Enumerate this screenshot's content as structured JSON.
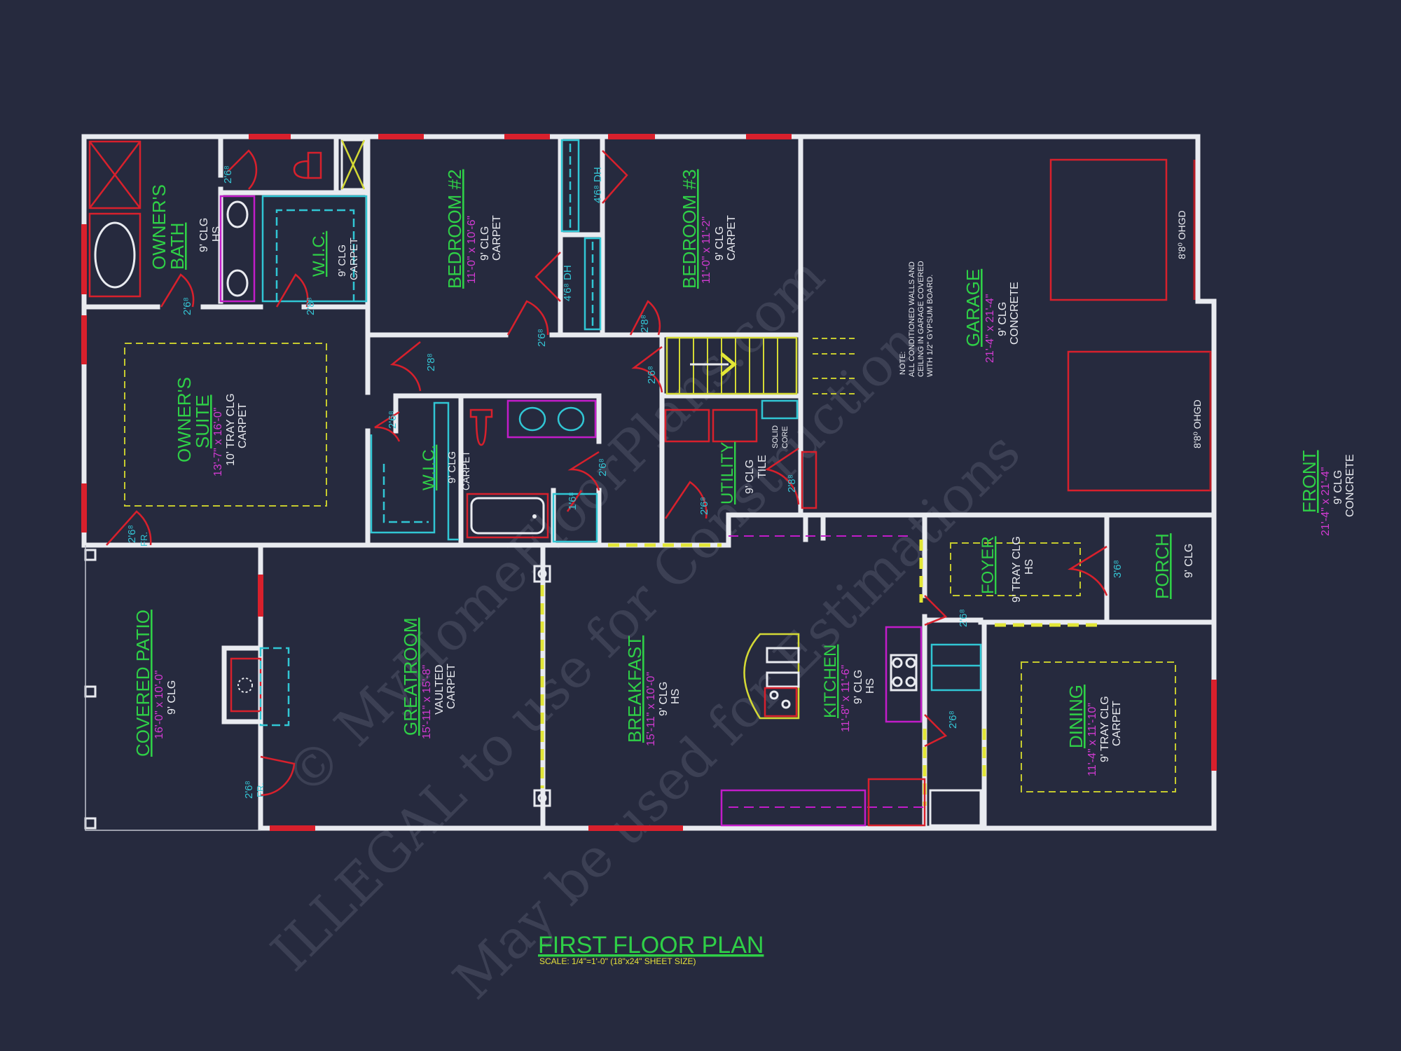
{
  "plan": {
    "title": "FIRST FLOOR PLAN",
    "scale_note": "SCALE: 1/4\"=1'-0\" (18\"x24\" SHEET SIZE)"
  },
  "watermark": {
    "line1": "© MyHomeFloorPlans.com",
    "line2": "ILLEGAL to use for Construction",
    "line3": "May be used for Estimations"
  },
  "rooms": {
    "owners_bath": {
      "name1": "OWNER'S",
      "name2": "BATH",
      "ceiling": "9' CLG",
      "finish": "HS"
    },
    "wic_upper": {
      "name": "W.I.C.",
      "ceiling": "9' CLG",
      "finish": "CARPET"
    },
    "bedroom2": {
      "name": "BEDROOM #2",
      "dims": "11'-0\" x 10'-6\"",
      "ceiling": "9' CLG",
      "finish": "CARPET"
    },
    "bedroom3": {
      "name": "BEDROOM #3",
      "dims": "11'-0\" x 11'-2\"",
      "ceiling": "9' CLG",
      "finish": "CARPET"
    },
    "garage": {
      "name": "GARAGE",
      "dims": "21'-4\" x 21'-4\"",
      "ceiling": "9' CLG",
      "finish": "CONCRETE",
      "note1": "NOTE:",
      "note2": "ALL CONDITIONED WALLS AND",
      "note3": "CEILING IN GARAGE COVERED",
      "note4": "WITH 1/2\" GYPSUM BOARD."
    },
    "owners_suite": {
      "name1": "OWNER'S",
      "name2": "SUITE",
      "dims": "13'-7\" x 16'-0\"",
      "ceiling": "10' TRAY CLG",
      "finish": "CARPET"
    },
    "wic_lower": {
      "name": "W.I.C.",
      "ceiling": "9' CLG",
      "finish": "CARPET"
    },
    "utility": {
      "name": "UTILITY",
      "ceiling": "9' CLG",
      "finish": "TILE",
      "core1": "SOLID",
      "core2": "CORE"
    },
    "covered_patio": {
      "name": "COVERED PATIO",
      "dims": "16'-0\" x 10'-0\"",
      "ceiling": "9' CLG"
    },
    "greatroom": {
      "name": "GREATROOM",
      "dims": "15'-11\" x 15'-8\"",
      "ceiling": "VAULTED",
      "finish": "CARPET"
    },
    "breakfast": {
      "name": "BREAKFAST",
      "dims": "15'-11\" x 10'-0\"",
      "ceiling": "9' CLG",
      "finish": "HS"
    },
    "kitchen": {
      "name": "KITCHEN",
      "dims": "11'-8\" x 11'-6\"",
      "ceiling": "9' CLG",
      "finish": "HS"
    },
    "foyer": {
      "name": "FOYER",
      "ceiling": "9' TRAY CLG",
      "finish": "HS"
    },
    "porch": {
      "name": "PORCH",
      "ceiling": "9' CLG"
    },
    "dining": {
      "name": "DINING",
      "dims": "11'-4\" x 11'-10\"",
      "ceiling": "9' TRAY CLG",
      "finish": "CARPET"
    },
    "front": {
      "name": "FRONT",
      "dims": "21'-4\" x 21'-4\"",
      "ceiling": "9' CLG",
      "finish": "CONCRETE"
    }
  },
  "labels": {
    "door_2_6": "2'6⁸",
    "door_2_8": "2'8⁸",
    "door_1_6": "1'6⁸",
    "door_3_6": "3'6⁸",
    "door_fr": "2'6⁸ FR.",
    "dh": "4'6⁸ DH",
    "ohgd": "8'8⁰ OHGD",
    "fr_abbr": "FR."
  },
  "colors": {
    "background": "#262a3e",
    "wall": "#e9ebf0",
    "room_name": "#2fd047",
    "dimensions": "#d23bd2",
    "fixtures": "#31c6d4",
    "doors": "#d8202c",
    "ceiling_outline": "#c5ca2e"
  }
}
